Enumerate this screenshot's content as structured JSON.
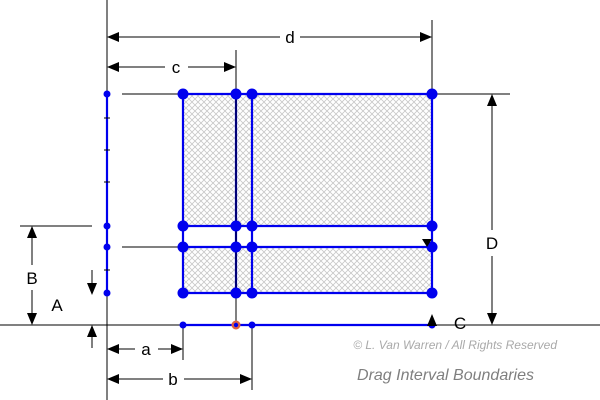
{
  "diagram": {
    "labels": {
      "a": "a",
      "b": "b",
      "c": "c",
      "d": "d",
      "A": "A",
      "B": "B",
      "C": "C",
      "D": "D"
    },
    "copyright": "© L. Van Warren / All Rights Reserved",
    "instruction": "Drag Interval Boundaries",
    "colors": {
      "interval": "#0000ee",
      "hatch": "#c8c8c8",
      "axis": "#000000",
      "highlight_handle": "#e06040"
    }
  }
}
